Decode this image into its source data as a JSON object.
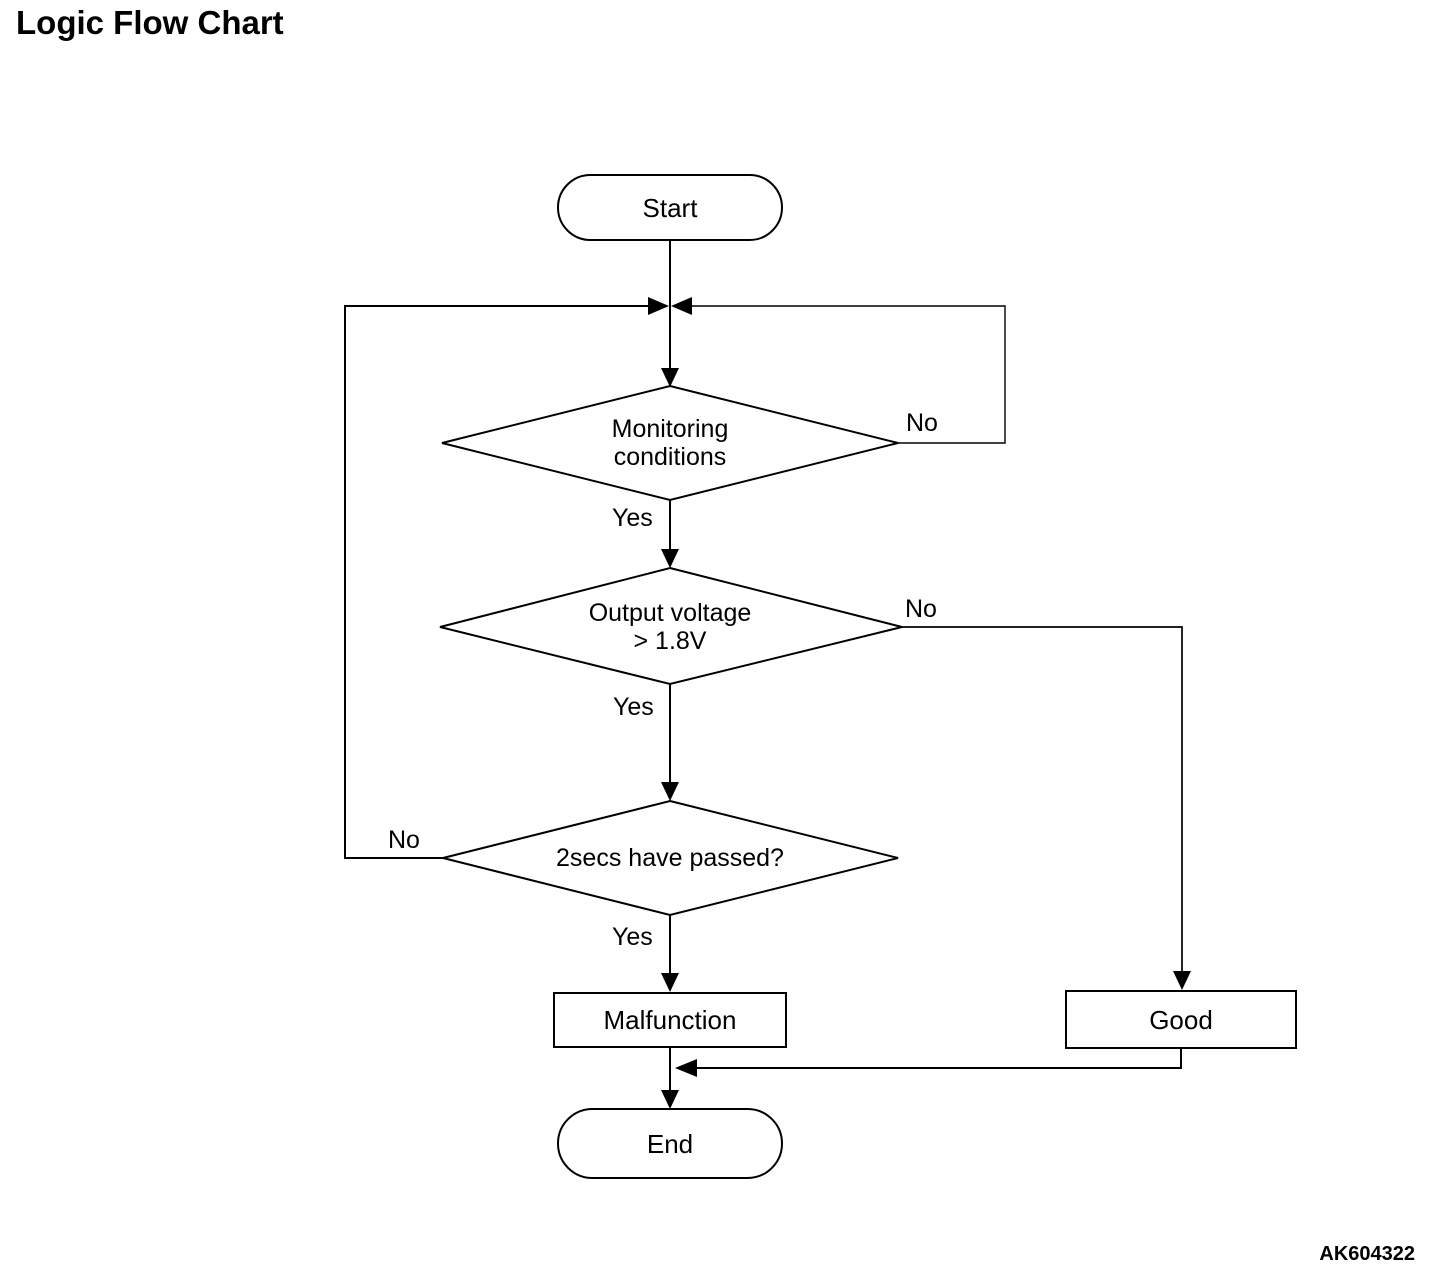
{
  "page": {
    "title": "Logic Flow Chart",
    "figure_code": "AK604322"
  },
  "flowchart": {
    "nodes": {
      "start": {
        "label": "Start",
        "shape": "terminator"
      },
      "monitoring": {
        "line1": "Monitoring",
        "line2": "conditions",
        "shape": "decision"
      },
      "voltage": {
        "line1": "Output voltage",
        "line2": "> 1.8V",
        "shape": "decision"
      },
      "twosecs": {
        "label": "2secs have passed?",
        "shape": "decision"
      },
      "malfunction": {
        "label": "Malfunction",
        "shape": "process"
      },
      "good": {
        "label": "Good",
        "shape": "process"
      },
      "end": {
        "label": "End",
        "shape": "terminator"
      }
    },
    "labels": {
      "monitoring_yes": "Yes",
      "monitoring_no": "No",
      "voltage_yes": "Yes",
      "voltage_no": "No",
      "twosecs_yes": "Yes",
      "twosecs_no": "No"
    },
    "edges": [
      {
        "from": "start",
        "to": "monitoring",
        "label": ""
      },
      {
        "from": "monitoring",
        "to": "monitoring",
        "label": "No",
        "note": "loops back above monitoring via right side"
      },
      {
        "from": "monitoring",
        "to": "voltage",
        "label": "Yes"
      },
      {
        "from": "voltage",
        "to": "good",
        "label": "No"
      },
      {
        "from": "voltage",
        "to": "twosecs",
        "label": "Yes"
      },
      {
        "from": "twosecs",
        "to": "monitoring",
        "label": "No",
        "note": "loops back above monitoring via left side"
      },
      {
        "from": "twosecs",
        "to": "malfunction",
        "label": "Yes"
      },
      {
        "from": "malfunction",
        "to": "end",
        "label": ""
      },
      {
        "from": "good",
        "to": "end",
        "label": ""
      }
    ],
    "colors": {
      "stroke": "#000000",
      "fill": "#ffffff",
      "text": "#000000"
    }
  }
}
